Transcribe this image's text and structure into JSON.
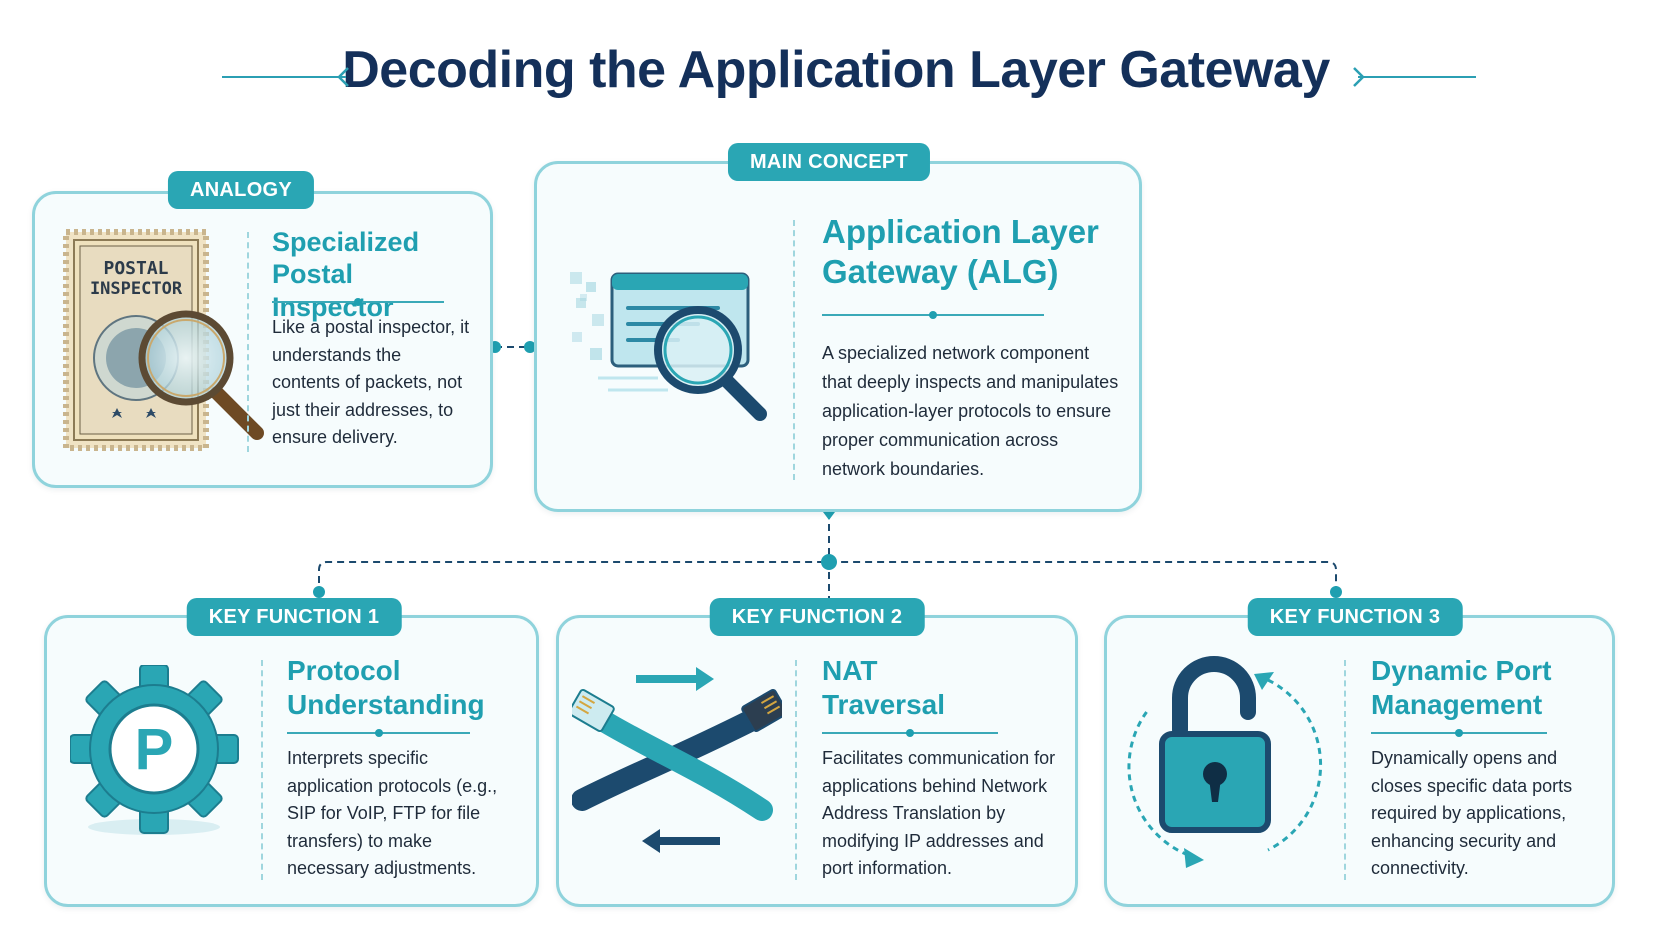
{
  "title": "Decoding the Application Layer Gateway",
  "colors": {
    "accent": "#2aa6b4",
    "title": "#14305a",
    "heading": "#1f9fb0",
    "navy": "#1c4a6e",
    "border": "#8fd3dc"
  },
  "analogy": {
    "badge": "ANALOGY",
    "heading": "Specialized Postal Inspector",
    "body": "Like a postal inspector, it understands the contents of packets, not just their addresses, to ensure delivery.",
    "stamp_line1": "POSTAL",
    "stamp_line2": "INSPECTOR",
    "icon": "postal-stamp-magnifier-icon"
  },
  "main": {
    "badge": "MAIN CONCEPT",
    "heading": "Application Layer Gateway (ALG)",
    "body": "A specialized network component that deeply inspects and manipulates application-layer protocols to ensure proper communication across network boundaries.",
    "icon": "document-magnifier-icon"
  },
  "functions": [
    {
      "badge": "KEY FUNCTION 1",
      "heading": "Protocol Understanding",
      "body": "Interprets specific application protocols (e.g., SIP for VoIP, FTP for file transfers) to make necessary adjustments.",
      "icon": "gear-p-icon",
      "gear_letter": "P"
    },
    {
      "badge": "KEY FUNCTION 2",
      "heading": "NAT Traversal",
      "body": "Facilitates communication for applications behind Network Address Translation by modifying IP addresses and port information.",
      "icon": "crossed-cables-icon"
    },
    {
      "badge": "KEY FUNCTION 3",
      "heading": "Dynamic Port Management",
      "body": "Dynamically opens and closes specific data ports required by applications, enhancing security and connectivity.",
      "icon": "open-padlock-icon"
    }
  ]
}
